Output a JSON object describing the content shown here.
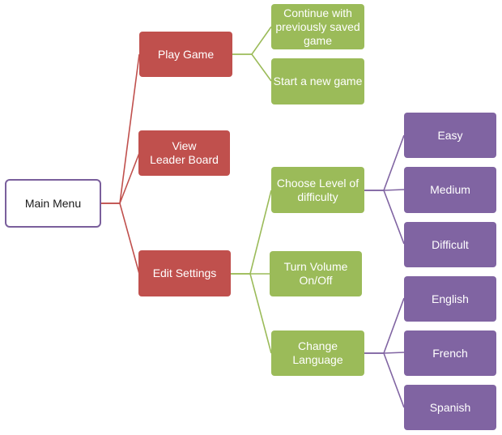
{
  "colors": {
    "root_border": "#7a5f9c",
    "level1_fill": "#c0504d",
    "level2_fill": "#9bbb59",
    "level3_fill": "#8064a2",
    "connector_level1": "#c0504d",
    "connector_level2": "#9bbb59",
    "connector_level3": "#8064a2"
  },
  "root": {
    "label": "Main Menu"
  },
  "branches": [
    {
      "label": "Play  Game",
      "children": [
        {
          "label": "Continue with\npreviously  saved\ngame"
        },
        {
          "label": "Start a new game"
        }
      ]
    },
    {
      "label": "View\nLeader Board",
      "children": []
    },
    {
      "label": "Edit Settings",
      "children": [
        {
          "label": "Choose Level of\ndifficulty",
          "children": [
            {
              "label": "Easy"
            },
            {
              "label": "Medium"
            },
            {
              "label": "Difficult"
            }
          ]
        },
        {
          "label": "Turn Volume\nOn/Off"
        },
        {
          "label": "Change Language",
          "children": [
            {
              "label": "English"
            },
            {
              "label": "French"
            },
            {
              "label": "Spanish"
            }
          ]
        }
      ]
    }
  ]
}
